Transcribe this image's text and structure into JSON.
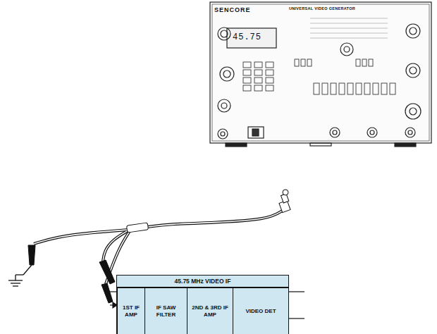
{
  "diagram": {
    "nodes": [
      {
        "text": [
          "45.75 MHz VIDEO IF"
        ]
      },
      {
        "text": [
          "1ST IF AMP"
        ],
        "in": 0
      },
      {
        "text": [
          "IF SAW FILTER"
        ],
        "in": 0
      },
      {
        "text": [
          "2ND & 3RD IF AMP"
        ],
        "in": 0
      },
      {
        "text": [
          "VIDEO DET"
        ],
        "in": 0
      }
    ],
    "labels": [
      "SENCORE",
      "UNIVERSAL VIDEO GENERATOR",
      "45.75"
    ]
  }
}
